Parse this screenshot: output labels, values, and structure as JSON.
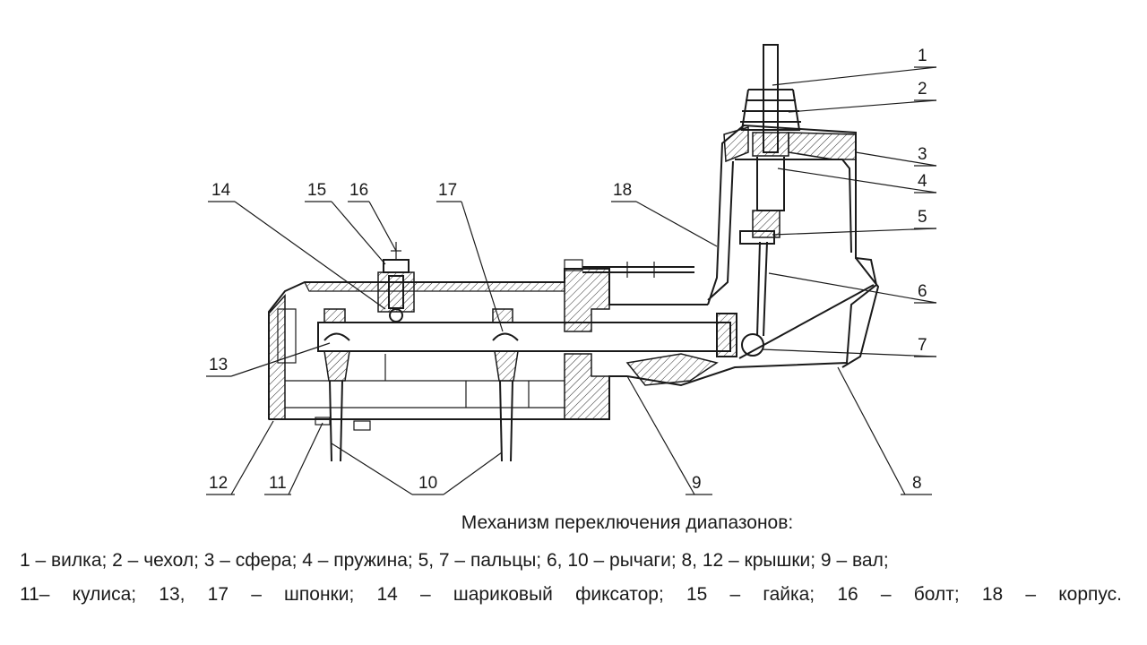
{
  "caption": {
    "title": "Механизм переключения диапазонов:",
    "line1": "1 – вилка; 2 – чехол; 3 – сфера; 4 – пружина; 5, 7 – пальцы; 6, 10 – рычаги; 8, 12 – крышки; 9 – вал;",
    "line2": "11– кулиса; 13, 17 – шпонки; 14 – шариковый фиксатор; 15 – гайка; 16 – болт; 18 – корпус."
  },
  "callouts": {
    "c1": "1",
    "c2": "2",
    "c3": "3",
    "c4": "4",
    "c5": "5",
    "c6": "6",
    "c7": "7",
    "c8": "8",
    "c9": "9",
    "c10": "10",
    "c11": "11",
    "c12": "12",
    "c13": "13",
    "c14": "14",
    "c15": "15",
    "c16": "16",
    "c17": "17",
    "c18": "18"
  }
}
